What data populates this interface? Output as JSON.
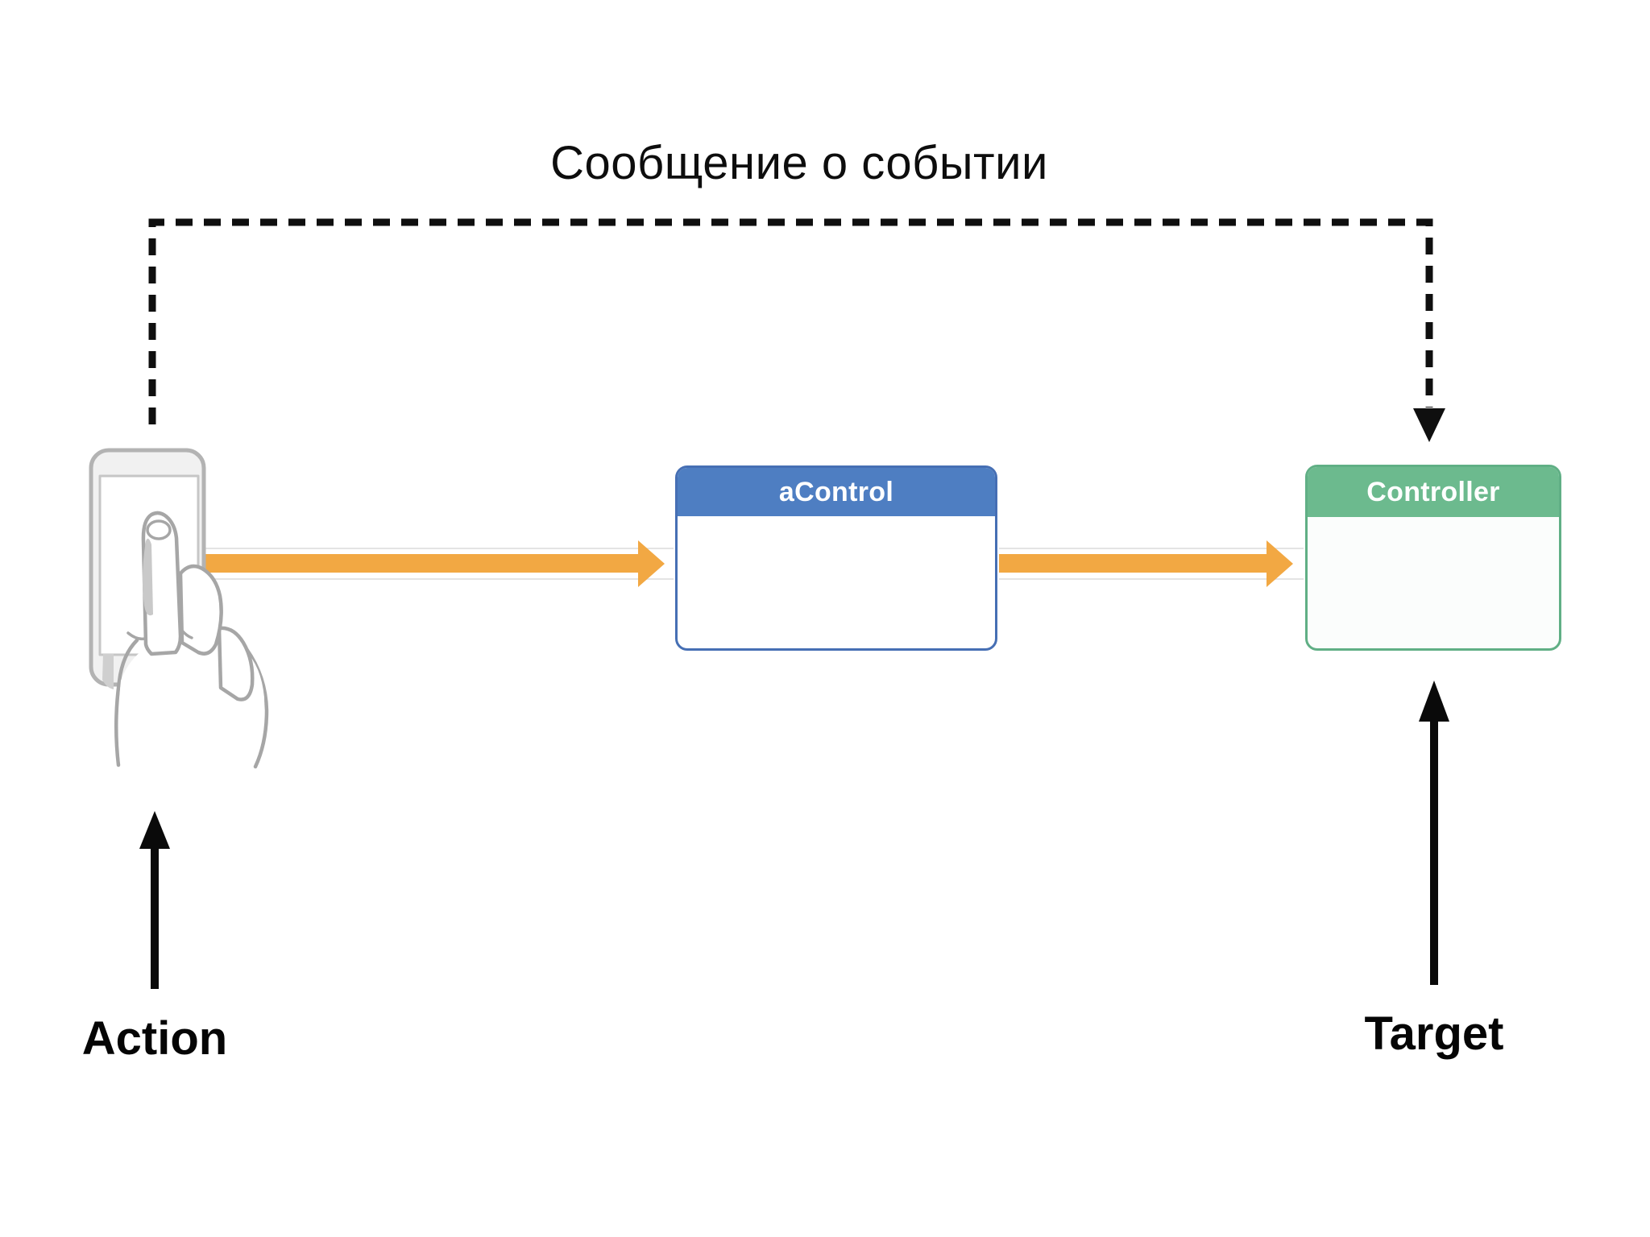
{
  "diagram": {
    "title": "Сообщение о событии",
    "boxes": {
      "control": {
        "label": "aControl",
        "header_color": "#4E7EC2",
        "border_color": "#466FB4"
      },
      "controller": {
        "label": "Controller",
        "header_color": "#6CBA8E",
        "border_color": "#60AF85"
      }
    },
    "labels": {
      "action": "Action",
      "target": "Target"
    },
    "icons": {
      "phone": "hand-touching-phone-icon",
      "dashed_connector": "event-message-dashed-arrow",
      "event_arrows": "orange-event-arrows",
      "action_arrow": "black-up-arrow",
      "target_arrow": "black-up-arrow"
    },
    "colors": {
      "event_arrow": "#F2A843",
      "dashed_line": "#0f0f0f",
      "black_arrow": "#0a0a0a",
      "arrow_outline": "#e4e4e4",
      "phone_stroke": "#b3b3b3",
      "hand_stroke": "#a6a6a6",
      "hand_shade": "#c9c9c9"
    }
  }
}
